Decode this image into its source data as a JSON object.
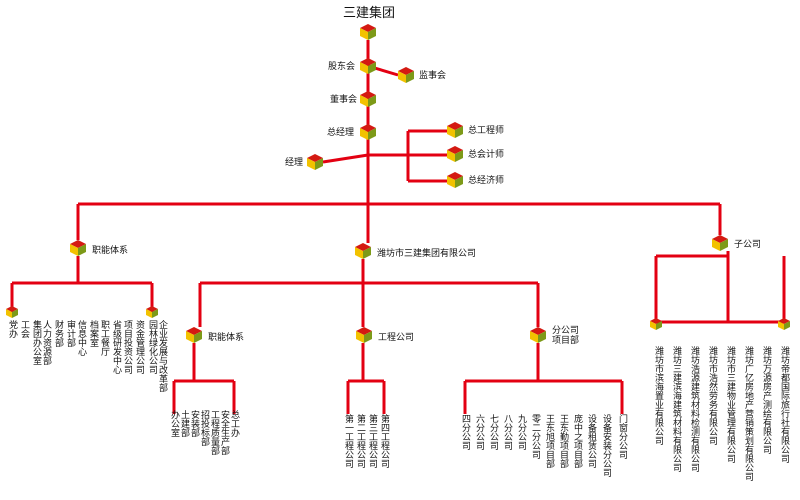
{
  "colors": {
    "line": "#e30012",
    "cube_red": "#d41a12",
    "cube_yellow": "#f2c200",
    "cube_green": "#7d9a18"
  },
  "root": {
    "title": "三建集团"
  },
  "governance": {
    "shareholders": "股东会",
    "supervisors": "监事会",
    "board": "董事会",
    "gm": "总经理",
    "manager": "经理"
  },
  "chiefs": {
    "engineer": "总工程师",
    "accountant": "总会计师",
    "economist": "总经济师"
  },
  "level2": {
    "functions": "职能体系",
    "company": "潍坊市三建集团有限公司",
    "subsidiaries": "子公司"
  },
  "level3": {
    "functions": "职能体系",
    "engineering": "工程公司",
    "branch": "分公司\n项目部"
  },
  "func_depts": [
    "党\n办",
    "工\n会",
    "集团办公室",
    "人力资源部",
    "财务部",
    "审计部",
    "信息中心",
    "档案室",
    "职工餐厅",
    "省级研发中心",
    "项目投资公司",
    "资金管理公司",
    "园林绿化公司",
    "企业发展与改革部"
  ],
  "sub_func_depts": [
    "办公室",
    "土建部",
    "安装部",
    "招投标部",
    "工程质量部",
    "安全生产部",
    "总工办"
  ],
  "eng_companies": [
    "第一工程公司",
    "第二工程公司",
    "第三工程公司",
    "第四工程公司"
  ],
  "branches": [
    "四分公司",
    "六分公司",
    "七分公司",
    "八分公司",
    "九分公司",
    "零二分公司",
    "王东旭项目部",
    "王东勤项目部",
    "庞中之项目部",
    "设备租赁公司",
    "设备安装分公司",
    "门窗分公司"
  ],
  "subsidiaries": [
    "潍坊市滨海置业有限公司",
    "潍坊三建滨海建筑材料有限公司",
    "潍坊浩源建筑材料检测有限公司",
    "潍坊市浩然劳务有限公司",
    "潍坊市三建物业管理有限公司",
    "潍坊广亿房地产营销策划有限公司",
    "潍坊万源房产测绘有限公司",
    "潍坊帝都国际旅行社有限公司"
  ]
}
